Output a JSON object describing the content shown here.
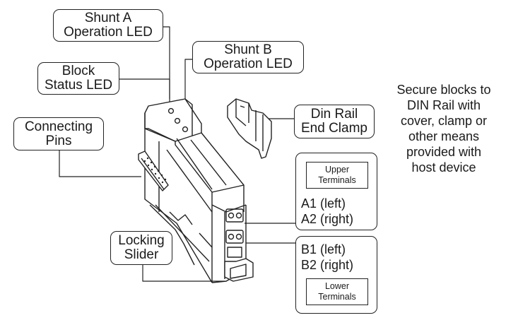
{
  "callouts": {
    "shunt_a": [
      "Shunt A",
      "Operation LED"
    ],
    "shunt_b": [
      "Shunt B",
      "Operation LED"
    ],
    "block_status": [
      "Block",
      "Status LED"
    ],
    "connecting_pins": [
      "Connecting",
      "Pins"
    ],
    "din_rail_clamp": [
      "Din Rail",
      "End Clamp"
    ],
    "locking_slider": [
      "Locking",
      "Slider"
    ]
  },
  "terminals": {
    "upper_label": [
      "Upper",
      "Terminals"
    ],
    "upper_lines": [
      "A1 (left)",
      "A2 (right)"
    ],
    "lower_lines": [
      "B1 (left)",
      "B2 (right)"
    ],
    "lower_label": [
      "Lower",
      "Terminals"
    ]
  },
  "note": [
    "Secure blocks to",
    "DIN Rail with",
    "cover, clamp or",
    "other means",
    "provided with",
    "host device"
  ]
}
